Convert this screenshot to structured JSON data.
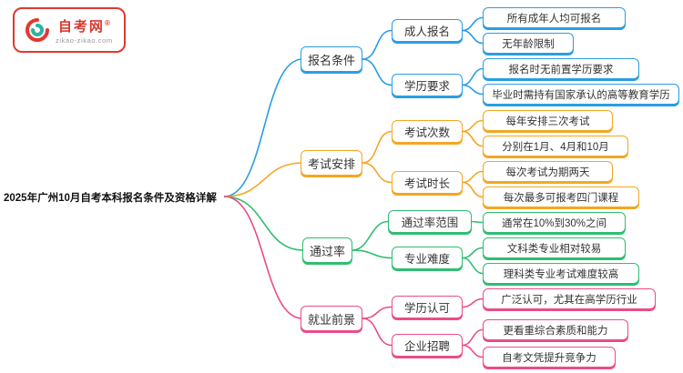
{
  "logo": {
    "brand": "自考网",
    "reg": "®",
    "domain": "zikao-zikao.com"
  },
  "root": {
    "label": "2025年广州10月自考本科报名条件及资格详解"
  },
  "colors": {
    "blue": "#2b9de4",
    "orange": "#f5a623",
    "green": "#2ebe70",
    "pink": "#ea4c88"
  },
  "branches": [
    {
      "label": "报名条件",
      "color": "blue",
      "children": [
        {
          "label": "成人报名",
          "leaves": [
            "所有成年人均可报名",
            "无年龄限制"
          ]
        },
        {
          "label": "学历要求",
          "leaves": [
            "报名时无前置学历要求",
            "毕业时需持有国家承认的高等教育学历"
          ]
        }
      ]
    },
    {
      "label": "考试安排",
      "color": "orange",
      "children": [
        {
          "label": "考试次数",
          "leaves": [
            "每年安排三次考试",
            "分别在1月、4月和10月"
          ]
        },
        {
          "label": "考试时长",
          "leaves": [
            "每次考试为期两天",
            "每次最多可报考四门课程"
          ]
        }
      ]
    },
    {
      "label": "通过率",
      "color": "green",
      "children": [
        {
          "label": "通过率范围",
          "leaves": [
            "通常在10%到30%之间"
          ]
        },
        {
          "label": "专业难度",
          "leaves": [
            "文科类专业相对较易",
            "理科类专业考试难度较高"
          ]
        }
      ]
    },
    {
      "label": "就业前景",
      "color": "pink",
      "children": [
        {
          "label": "学历认可",
          "leaves": [
            "广泛认可，尤其在高学历行业"
          ]
        },
        {
          "label": "企业招聘",
          "leaves": [
            "更看重综合素质和能力",
            "自考文凭提升竞争力"
          ]
        }
      ]
    }
  ]
}
